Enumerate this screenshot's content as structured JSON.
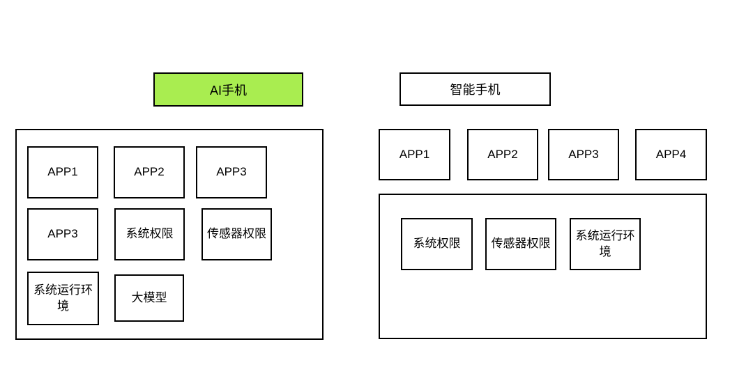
{
  "colors": {
    "ai_title_fill": "#a9ed50",
    "border": "#000000",
    "background": "#ffffff"
  },
  "ai_phone": {
    "title": "AI手机",
    "boxes": {
      "row1": [
        "APP1",
        "APP2",
        "APP3"
      ],
      "row2": [
        "APP3",
        "系统权限",
        "传感器权限"
      ],
      "row3": [
        "系统运行环境",
        "大模型"
      ]
    }
  },
  "smart_phone": {
    "title": "智能手机",
    "app_row": [
      "APP1",
      "APP2",
      "APP3",
      "APP4"
    ],
    "container_row": [
      "系统权限",
      "传感器权限",
      "系统运行环境"
    ]
  }
}
